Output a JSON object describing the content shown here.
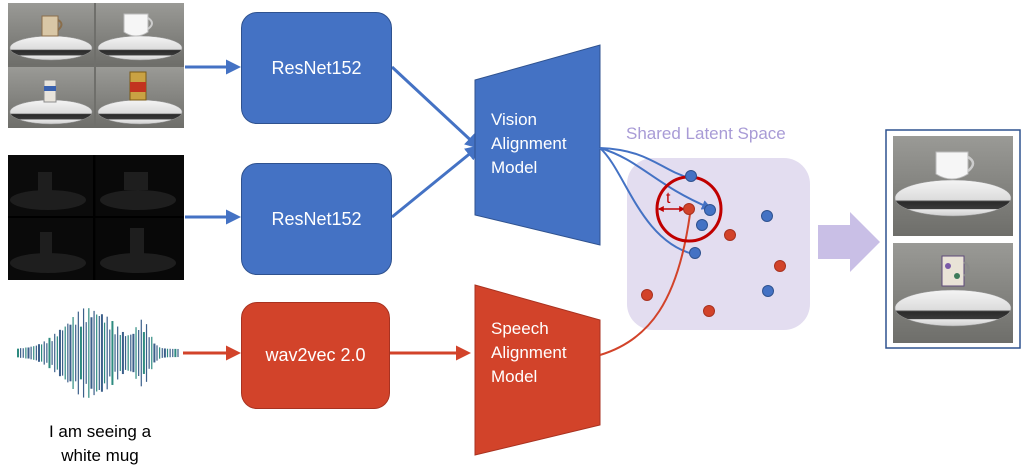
{
  "encoders": {
    "rgb": "ResNet152",
    "depth": "ResNet152",
    "speech": "wav2vec 2.0"
  },
  "alignment": {
    "vision": [
      "Vision",
      "Alignment",
      "Model"
    ],
    "speech": [
      "Speech",
      "Alignment",
      "Model"
    ]
  },
  "latent": {
    "title": "Shared Latent Space",
    "threshold_label": "t"
  },
  "caption": [
    "I am seeing a",
    "white mug"
  ],
  "colors": {
    "vision": "#4472c4",
    "speech": "#d2432a",
    "latent_bg": "#e3ddf0",
    "latent_title": "#a89bd6",
    "output_arrow": "#c9bfe6",
    "threshold_circle": "#c00000"
  }
}
